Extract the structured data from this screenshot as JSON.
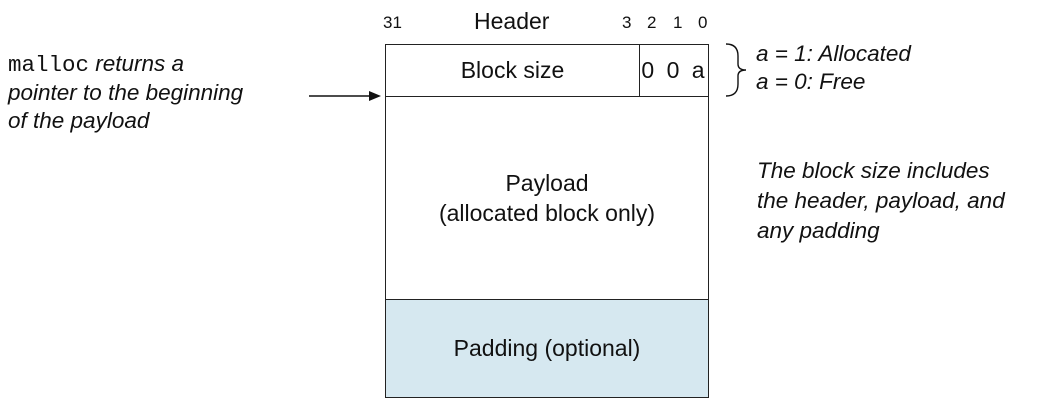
{
  "bit_labels": {
    "high": "31",
    "b3": "3",
    "b2": "2",
    "b1": "1",
    "b0": "0"
  },
  "header_title": "Header",
  "block": {
    "size_label": "Block size",
    "flag_bits": "0 0 a",
    "payload_line1": "Payload",
    "payload_line2": "(allocated block only)",
    "padding_label": "Padding (optional)"
  },
  "left_note": {
    "code": "malloc",
    "line1_rest": " returns a",
    "line2": "pointer to the beginning",
    "line3": "of the payload"
  },
  "legend": {
    "allocated": "a = 1: Allocated",
    "free": "a = 0: Free"
  },
  "size_note": {
    "line1": "The block size includes",
    "line2": "the header, payload, and",
    "line3": "any padding"
  },
  "colors": {
    "padding_fill": "#d6e8f0",
    "stroke": "#222222"
  }
}
